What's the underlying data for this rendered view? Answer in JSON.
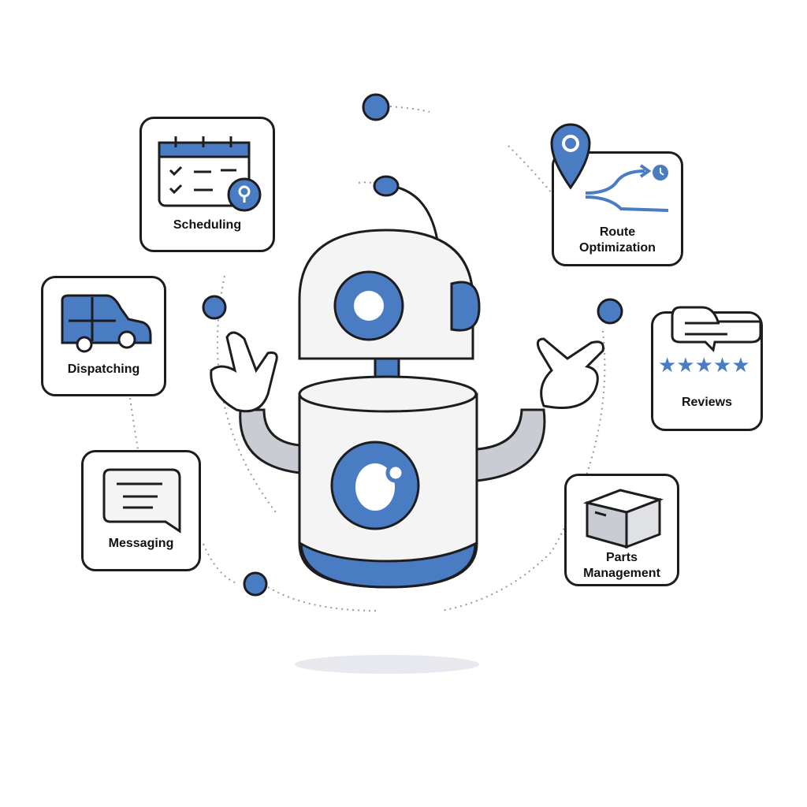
{
  "colors": {
    "accent": "#4a7cc4",
    "outline": "#1d1d1f",
    "body": "#f4f4f4",
    "arm": "#c9ccd2"
  },
  "features": [
    {
      "id": "scheduling",
      "label": "Scheduling",
      "icon": "calendar-icon"
    },
    {
      "id": "route",
      "label_lines": [
        "Route",
        "Optimization"
      ],
      "icon": "route-icon"
    },
    {
      "id": "dispatching",
      "label": "Dispatching",
      "icon": "van-icon"
    },
    {
      "id": "reviews",
      "label": "Reviews",
      "icon": "star-rating-icon",
      "stars": 5
    },
    {
      "id": "messaging",
      "label": "Messaging",
      "icon": "chat-bubble-icon"
    },
    {
      "id": "parts",
      "label_lines": [
        "Parts",
        "Management"
      ],
      "icon": "box-icon"
    }
  ]
}
